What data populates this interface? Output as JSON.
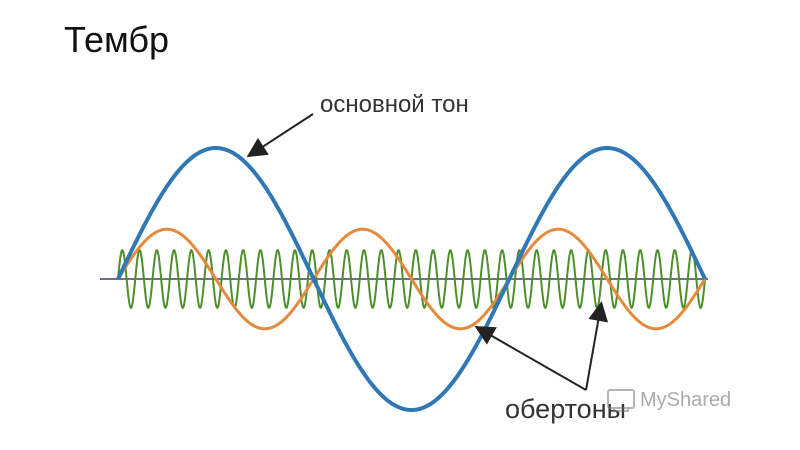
{
  "slide": {
    "title": "Тембр"
  },
  "diagram": {
    "labels": {
      "fundamental": "основной тон",
      "overtones": "обертоны"
    },
    "waves": [
      {
        "role": "fundamental",
        "color": "#2f78b5",
        "cycles": 1.5,
        "amplitude": 1.0
      },
      {
        "role": "overtone",
        "color": "#e58a3c",
        "cycles": 3,
        "amplitude": 0.38
      },
      {
        "role": "overtone",
        "color": "#4c8f2c",
        "cycles": 34,
        "amplitude": 0.22
      }
    ],
    "axis_color": "#6b7280"
  },
  "watermark": {
    "text": "MyShared"
  }
}
